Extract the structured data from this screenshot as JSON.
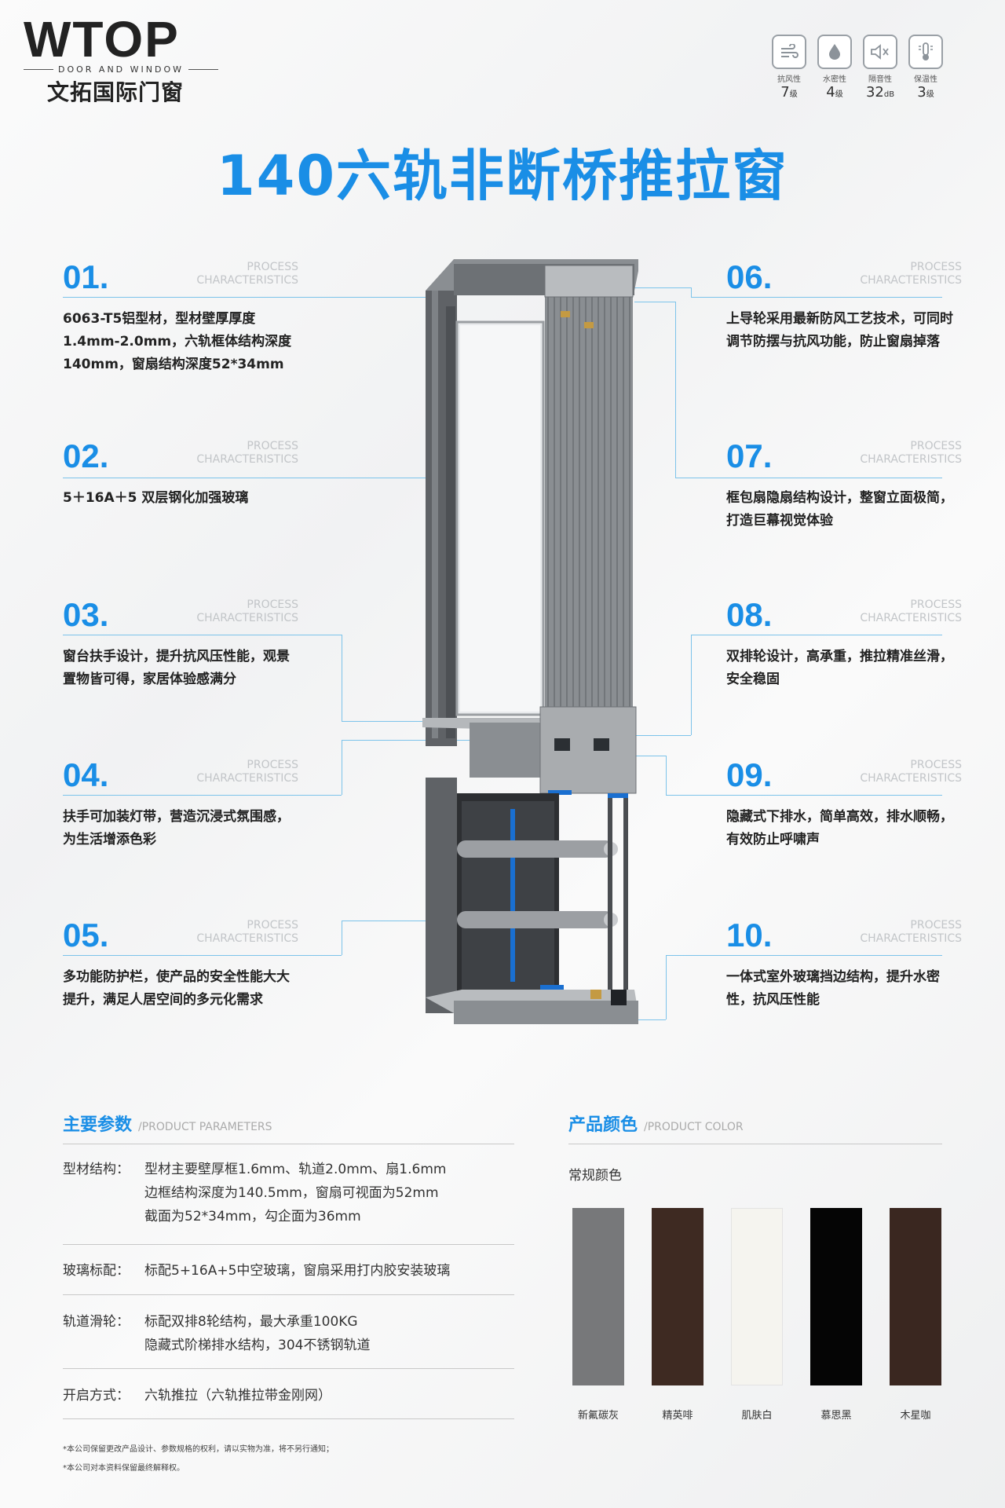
{
  "brand": {
    "logo": "WTOP",
    "tagline": "DOOR AND WINDOW",
    "name_cn": "文拓国际门窗"
  },
  "performance": [
    {
      "label": "抗风性",
      "value": "7",
      "unit": "级",
      "icon": "wind-icon"
    },
    {
      "label": "水密性",
      "value": "4",
      "unit": "级",
      "icon": "water-drop-icon"
    },
    {
      "label": "隔音性",
      "value": "32",
      "unit": "dB",
      "icon": "speaker-mute-icon"
    },
    {
      "label": "保温性",
      "value": "3",
      "unit": "级",
      "icon": "thermometer-icon"
    }
  ],
  "title": "140六轨非断桥推拉窗",
  "process_label": [
    "PROCESS",
    "CHARACTERISTICS"
  ],
  "features": [
    {
      "num": "01.",
      "text": "6063-T5铝型材，型材壁厚厚度1.4mm-2.0mm，六轨框体结构深度140mm，窗扇结构深度52*34mm"
    },
    {
      "num": "02.",
      "text": "5＋16A＋5 双层钢化加强玻璃"
    },
    {
      "num": "03.",
      "text": "窗台扶手设计，提升抗风压性能，观景置物皆可得，家居体验感满分"
    },
    {
      "num": "04.",
      "text": "扶手可加装灯带，营造沉浸式氛围感，为生活增添色彩"
    },
    {
      "num": "05.",
      "text": "多功能防护栏，使产品的安全性能大大提升，满足人居空间的多元化需求"
    },
    {
      "num": "06.",
      "text": "上导轮采用最新防风工艺技术，可同时调节防摆与抗风功能，防止窗扇掉落"
    },
    {
      "num": "07.",
      "text": "框包扇隐扇结构设计，整窗立面极简，打造巨幕视觉体验"
    },
    {
      "num": "08.",
      "text": "双排轮设计，高承重，推拉精准丝滑，安全稳固"
    },
    {
      "num": "09.",
      "text": "隐藏式下排水，简单高效，排水顺畅，有效防止呼啸声"
    },
    {
      "num": "10.",
      "text": "一体式室外玻璃挡边结构，提升水密性，抗风压性能"
    }
  ],
  "params": {
    "title": "主要参数",
    "subtitle": "/PRODUCT PARAMETERS",
    "rows": [
      {
        "key": "型材结构：",
        "lines": [
          "型材主要壁厚框1.6mm、轨道2.0mm、扇1.6mm",
          "边框结构深度为140.5mm，窗扇可视面为52mm",
          "截面为52*34mm，勾企面为36mm"
        ]
      },
      {
        "key": "玻璃标配：",
        "lines": [
          "标配5+16A+5中空玻璃，窗扇采用打内胶安装玻璃"
        ]
      },
      {
        "key": "轨道滑轮：",
        "lines": [
          "标配双排8轮结构，最大承重100KG",
          "隐藏式阶梯排水结构，304不锈钢轨道"
        ]
      },
      {
        "key": "开启方式：",
        "lines": [
          "六轨推拉（六轨推拉带金刚网）"
        ]
      }
    ]
  },
  "colors": {
    "title": "产品颜色",
    "subtitle": "/PRODUCT COLOR",
    "group": "常规颜色",
    "items": [
      {
        "name": "新氟碳灰",
        "hex": "#77787a"
      },
      {
        "name": "精英啡",
        "hex": "#3e2a22"
      },
      {
        "name": "肌肤白",
        "hex": "#f5f4ef"
      },
      {
        "name": "慕思黑",
        "hex": "#050505"
      },
      {
        "name": "木星咖",
        "hex": "#3a2720"
      }
    ]
  },
  "footnotes": [
    "*本公司保留更改产品设计、参数规格的权利，请以实物为准，将不另行通知；",
    "*本公司对本资料保留最终解释权。"
  ],
  "theme": {
    "accent": "#1a8ee6",
    "line": "#7cc3ea"
  }
}
